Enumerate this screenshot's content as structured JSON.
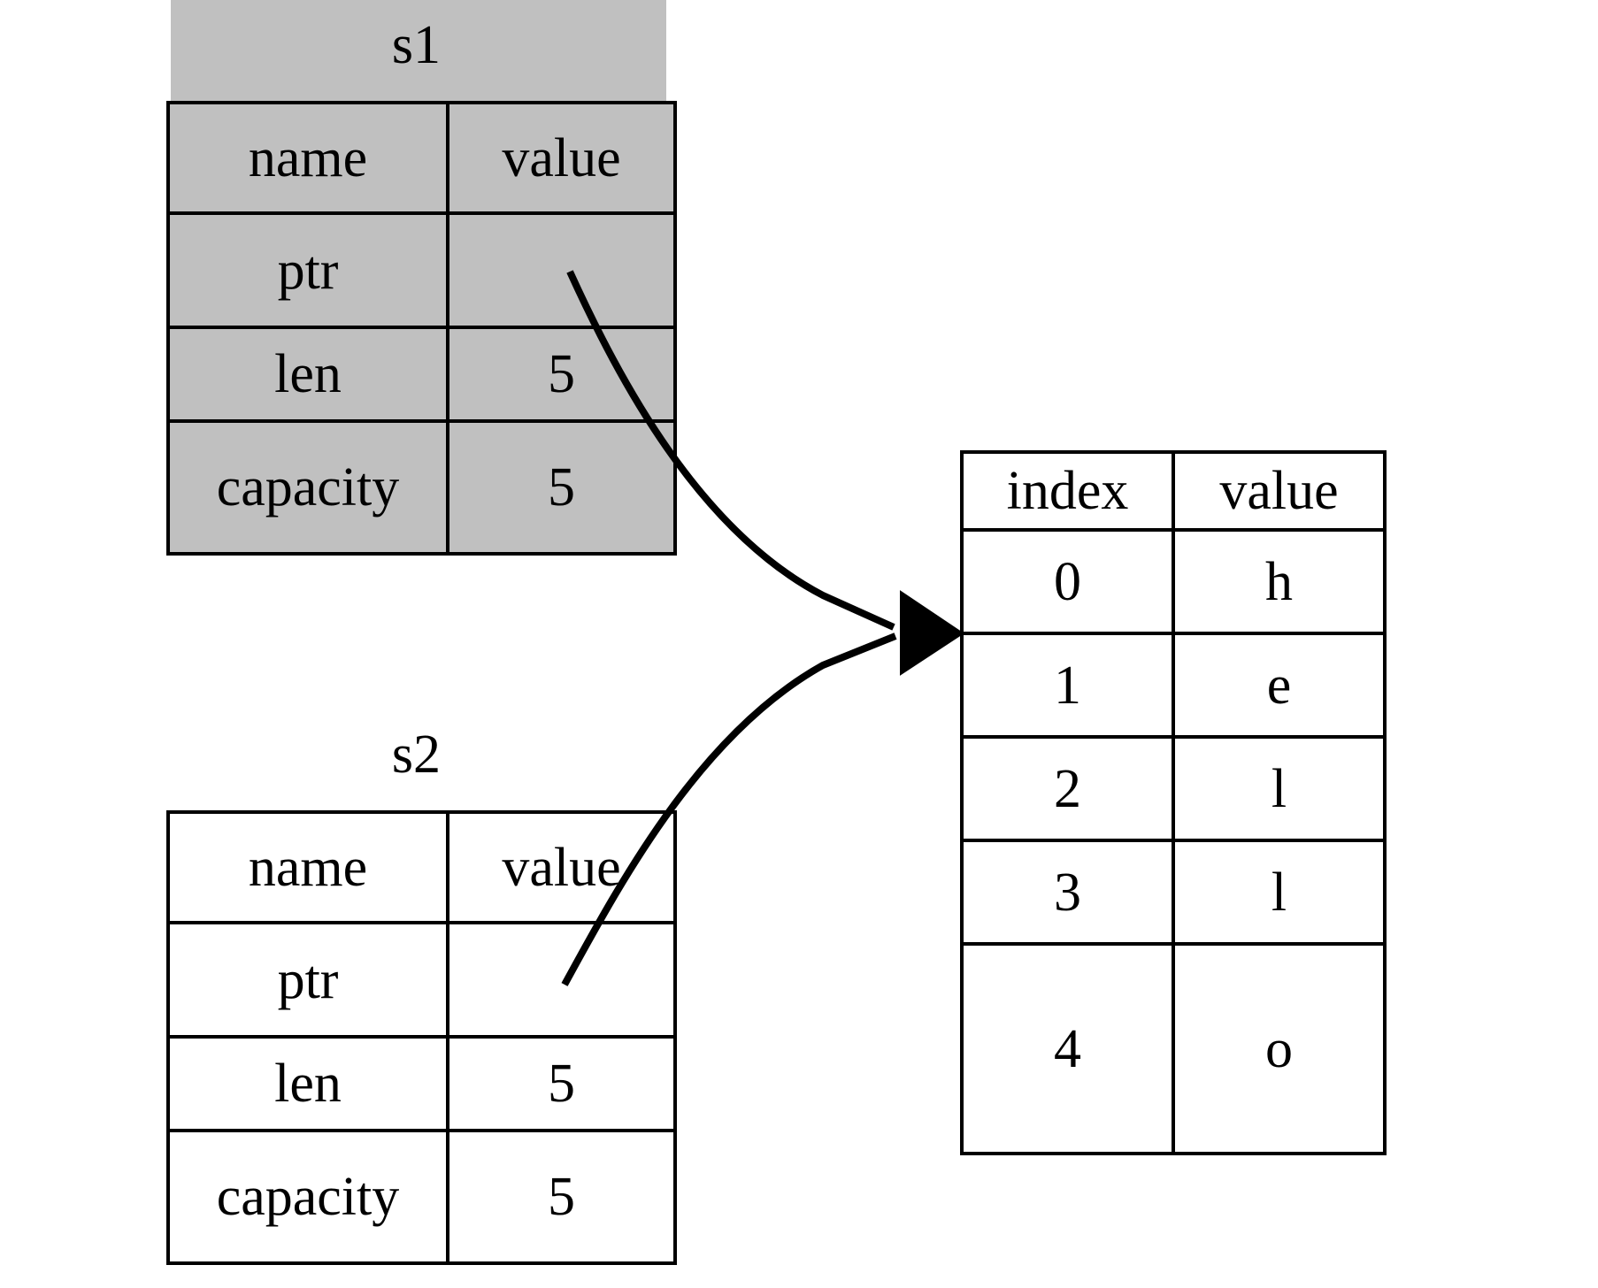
{
  "diagram": {
    "title_s1": "s1",
    "title_s2": "s2",
    "theme": {
      "highlight_fill": "#c0c0c0",
      "plain_fill": "#ffffff",
      "stroke": "#000000",
      "background": "#ffffff"
    }
  },
  "struct_s1": {
    "label": "s1",
    "highlighted": true,
    "headers": {
      "name": "name",
      "value": "value"
    },
    "rows": [
      {
        "name": "ptr",
        "value": ""
      },
      {
        "name": "len",
        "value": "5"
      },
      {
        "name": "capacity",
        "value": "5"
      }
    ]
  },
  "struct_s2": {
    "label": "s2",
    "highlighted": false,
    "headers": {
      "name": "name",
      "value": "value"
    },
    "rows": [
      {
        "name": "ptr",
        "value": ""
      },
      {
        "name": "len",
        "value": "5"
      },
      {
        "name": "capacity",
        "value": "5"
      }
    ]
  },
  "array_table": {
    "headers": {
      "index": "index",
      "value": "value"
    },
    "rows": [
      {
        "index": "0",
        "value": "h"
      },
      {
        "index": "1",
        "value": "e"
      },
      {
        "index": "2",
        "value": "l"
      },
      {
        "index": "3",
        "value": "l"
      },
      {
        "index": "4",
        "value": "o"
      }
    ]
  },
  "edges": [
    {
      "from": "s1.ptr",
      "to": "array_table.row0",
      "arrowhead": "filled-triangle"
    },
    {
      "from": "s2.ptr",
      "to": "array_table.row0",
      "arrowhead": "filled-triangle"
    }
  ]
}
